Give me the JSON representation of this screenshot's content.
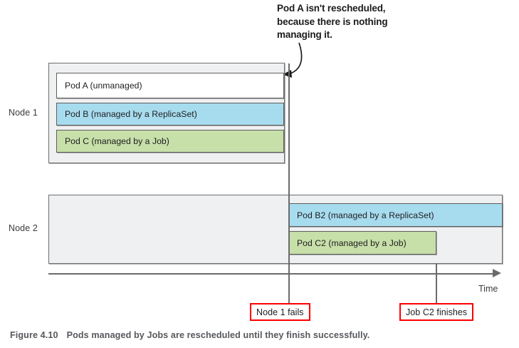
{
  "diagram": {
    "annotation": {
      "text": "Pod A isn't rescheduled,\nbecause there is nothing\nmanaging it.",
      "arrow_icon": "curved-arrow-left-icon"
    },
    "rows": [
      {
        "label": "Node 1"
      },
      {
        "label": "Node 2"
      }
    ],
    "node1_pods": [
      {
        "label": "Pod A (unmanaged)",
        "fill": "#ffffff",
        "kind": "unmanaged"
      },
      {
        "label": "Pod B (managed by a ReplicaSet)",
        "fill": "#a7dcef",
        "kind": "replicaset"
      },
      {
        "label": "Pod C (managed by a Job)",
        "fill": "#c7dfa9",
        "kind": "job"
      }
    ],
    "node2_pods": [
      {
        "label": "Pod B2 (managed by a ReplicaSet)",
        "fill": "#a7dcef",
        "kind": "replicaset"
      },
      {
        "label": "Pod C2 (managed by a Job)",
        "fill": "#c7dfa9",
        "kind": "job"
      }
    ],
    "axis": {
      "label": "Time",
      "arrow_icon": "arrow-right-icon"
    },
    "events": [
      {
        "label": "Node 1 fails",
        "border_color": "#ff0000"
      },
      {
        "label": "Job C2 finishes",
        "border_color": "#ff0000"
      }
    ]
  },
  "caption": {
    "number": "Figure 4.10",
    "text": "Pods managed by Jobs are rescheduled until they finish successfully."
  }
}
